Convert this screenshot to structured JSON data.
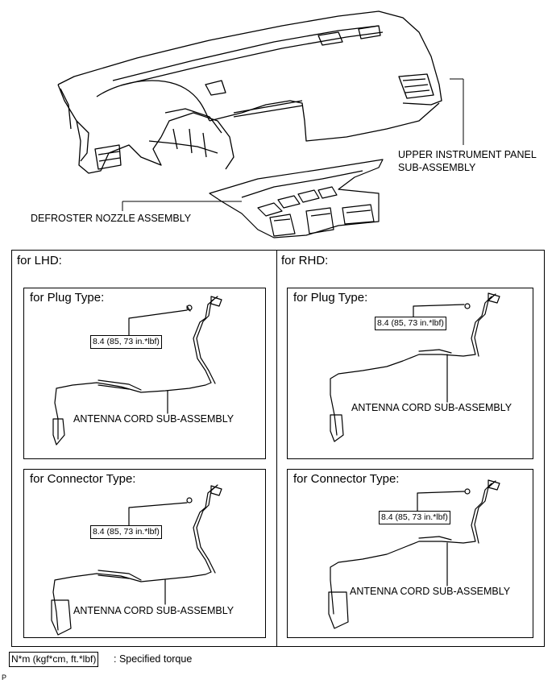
{
  "labels": {
    "upper_panel_line1": "UPPER INSTRUMENT PANEL",
    "upper_panel_line2": "SUB-ASSEMBLY",
    "defroster": "DEFROSTER NOZZLE ASSEMBLY"
  },
  "sections": {
    "lhd": {
      "title": "for LHD:",
      "plug": {
        "title": "for Plug Type:",
        "torque": "8.4 (85, 73 in.*lbf)",
        "part": "ANTENNA CORD SUB-ASSEMBLY"
      },
      "connector": {
        "title": "for Connector Type:",
        "torque": "8.4 (85, 73 in.*lbf)",
        "part": "ANTENNA CORD SUB-ASSEMBLY"
      }
    },
    "rhd": {
      "title": "for RHD:",
      "plug": {
        "title": "for Plug Type:",
        "torque": "8.4 (85, 73 in.*lbf)",
        "part": "ANTENNA CORD SUB-ASSEMBLY"
      },
      "connector": {
        "title": "for Connector Type:",
        "torque": "8.4 (85, 73 in.*lbf)",
        "part": "ANTENNA CORD SUB-ASSEMBLY"
      }
    }
  },
  "legend": {
    "unit": "N*m (kgf*cm, ft.*lbf)",
    "description": ": Specified torque"
  },
  "corner_mark": "P"
}
